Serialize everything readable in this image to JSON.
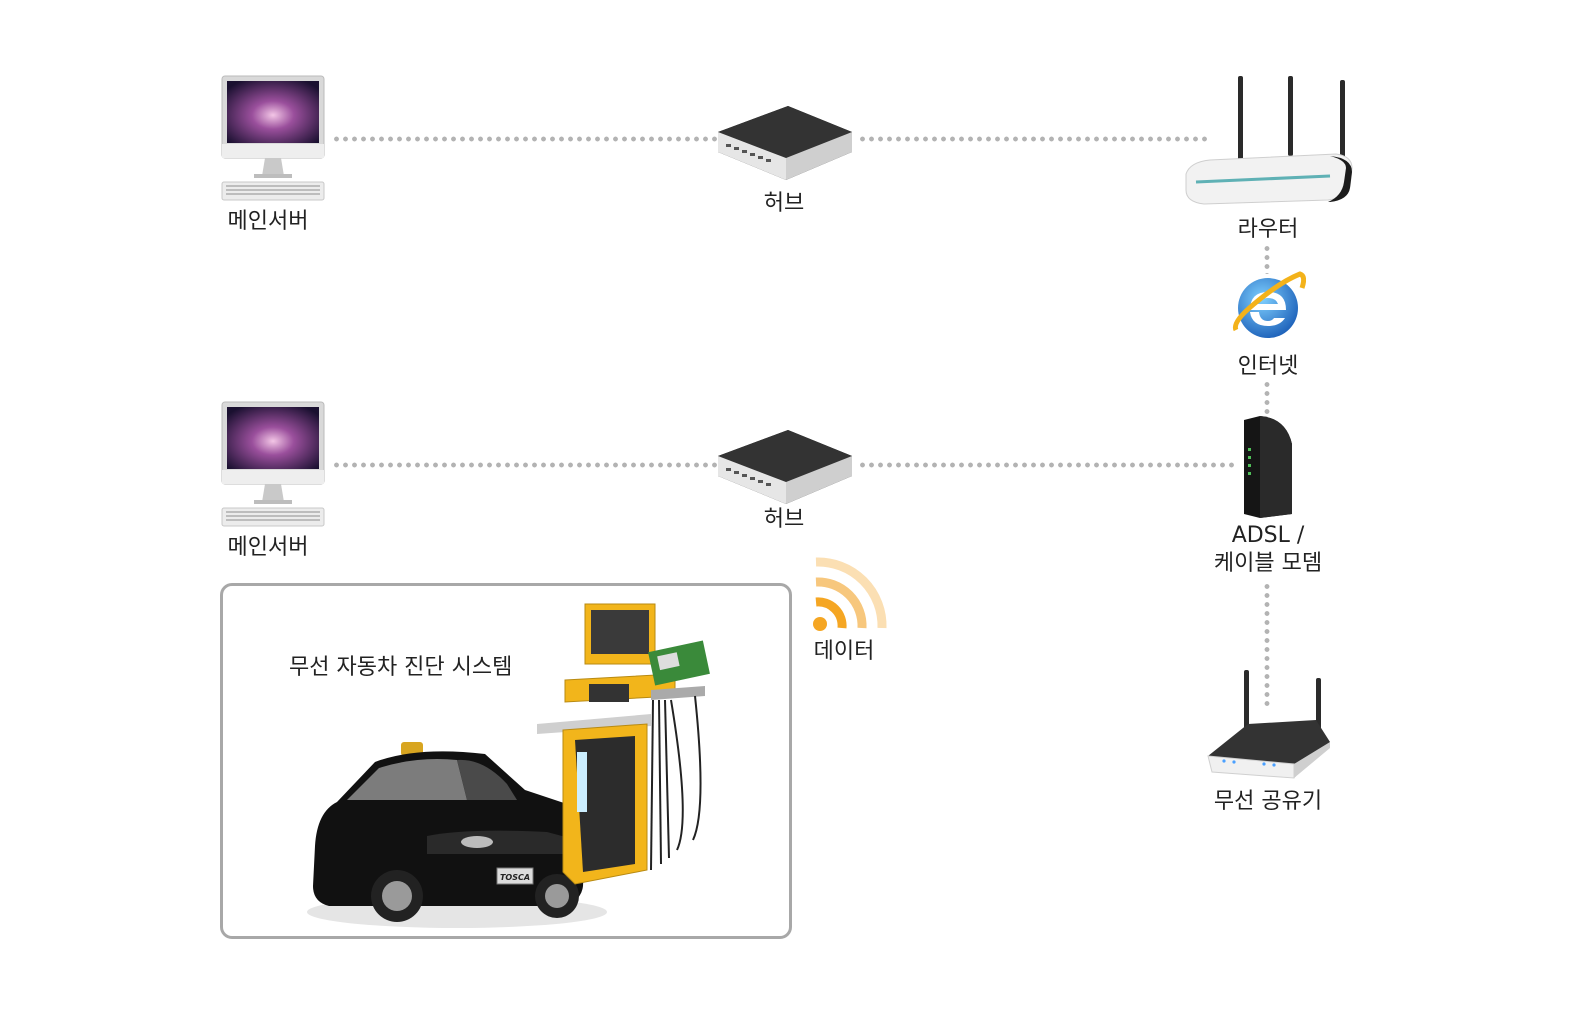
{
  "nodes": {
    "main_server_1": "메인서버",
    "hub_1": "허브",
    "router": "라우터",
    "internet": "인터넷",
    "main_server_2": "메인서버",
    "hub_2": "허브",
    "modem": "ADSL /\n케이블 모뎀",
    "data": "데이터",
    "wireless_router": "무선 공유기"
  },
  "system_panel": {
    "title": "무선 자동차 진단 시스템",
    "plate": "TOSCA"
  },
  "colors": {
    "connector": "#b3b3b3",
    "panel_border": "#a8a8a8",
    "wifi": "#f5a623",
    "device_yellow": "#f2b51b"
  }
}
